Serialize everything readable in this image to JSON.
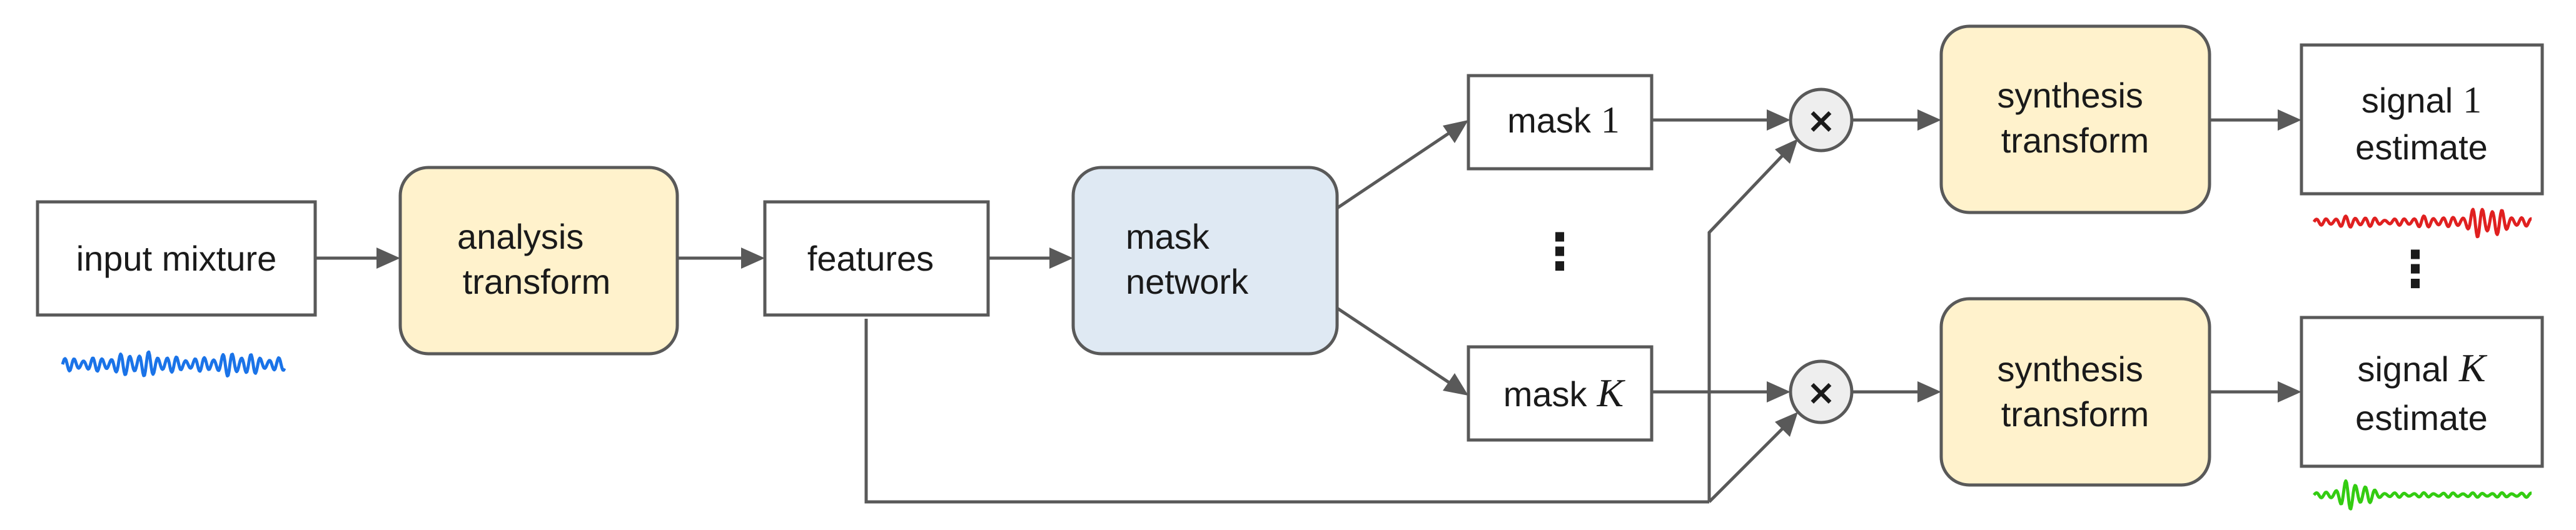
{
  "nodes": {
    "input_mixture": "input mixture",
    "analysis": [
      "analysis",
      "transform"
    ],
    "features": "features",
    "mask_network": [
      "mask",
      "network"
    ],
    "mask_1": {
      "word": "mask",
      "index": "1"
    },
    "mask_k": {
      "word": "mask",
      "index": "K"
    },
    "synthesis_1": [
      "synthesis",
      "transform"
    ],
    "synthesis_k": [
      "synthesis",
      "transform"
    ],
    "signal_1": {
      "word": "signal",
      "index": "1",
      "line2": "estimate"
    },
    "signal_k": {
      "word": "signal",
      "index": "K",
      "line2": "estimate"
    }
  },
  "operator_symbol": "×",
  "ellipsis": "⋮",
  "colors": {
    "analysis_fill": "#fff2cc",
    "synthesis_fill": "#fff2cc",
    "mask_network_fill": "#dfe9f3",
    "input_waveform": "#1a73e8",
    "signal_1_waveform": "#e02020",
    "signal_k_waveform": "#33cc11",
    "stroke": "#595959"
  },
  "waveform_icons": [
    "input-waveform-icon",
    "signal-1-waveform-icon",
    "signal-k-waveform-icon"
  ]
}
